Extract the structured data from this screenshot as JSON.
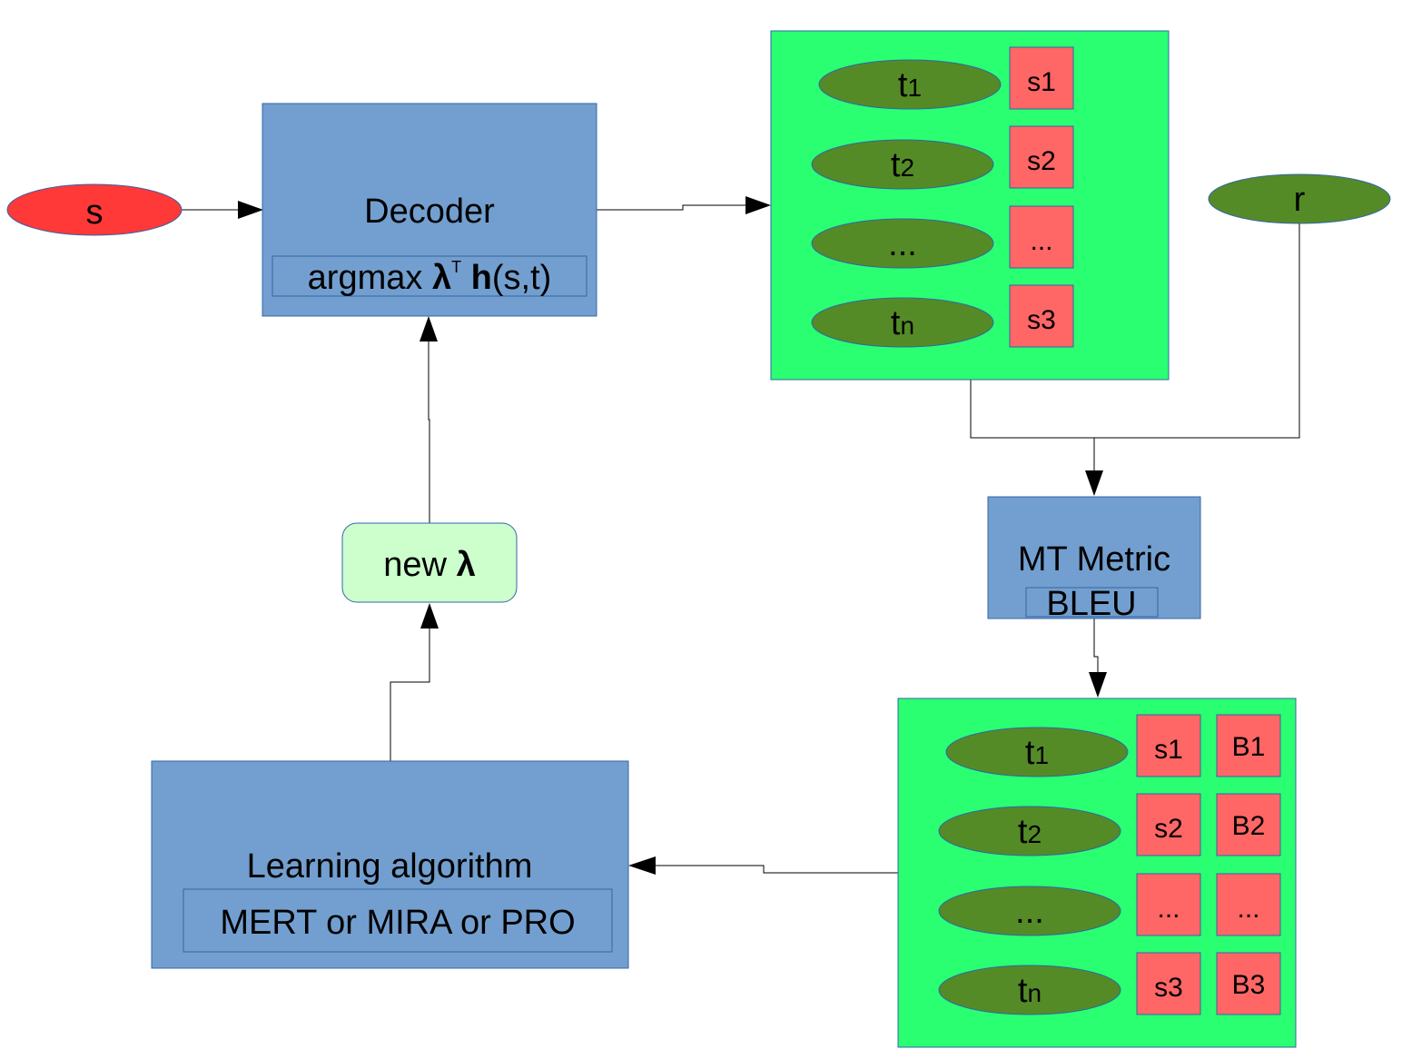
{
  "source_node": {
    "label": "s"
  },
  "reference_node": {
    "label": "r"
  },
  "decoder": {
    "title": "Decoder",
    "formula_prefix": "argmax ",
    "formula_lambda": "λ",
    "formula_sup": "T",
    "formula_h": "h",
    "formula_args": "(s,t)"
  },
  "nbest_panel": {
    "rows": [
      {
        "t_base": "t",
        "t_sub": "1",
        "score": "s1"
      },
      {
        "t_base": "t",
        "t_sub": "2",
        "score": "s2"
      },
      {
        "t_base": "...",
        "t_sub": "",
        "score": "..."
      },
      {
        "t_base": "t",
        "t_sub": "n",
        "score": "s3"
      }
    ]
  },
  "metric": {
    "title": "MT Metric",
    "subtitle": "BLEU"
  },
  "scored_panel": {
    "rows": [
      {
        "t_base": "t",
        "t_sub": "1",
        "score": "s1",
        "bleu": "B1"
      },
      {
        "t_base": "t",
        "t_sub": "2",
        "score": "s2",
        "bleu": "B2"
      },
      {
        "t_base": "...",
        "t_sub": "",
        "score": "...",
        "bleu": "..."
      },
      {
        "t_base": "t",
        "t_sub": "n",
        "score": "s3",
        "bleu": "B3"
      }
    ]
  },
  "learner": {
    "title": "Learning algorithm",
    "subtitle": "MERT or MIRA or PRO"
  },
  "new_lambda": {
    "prefix": "new ",
    "symbol": "λ"
  }
}
